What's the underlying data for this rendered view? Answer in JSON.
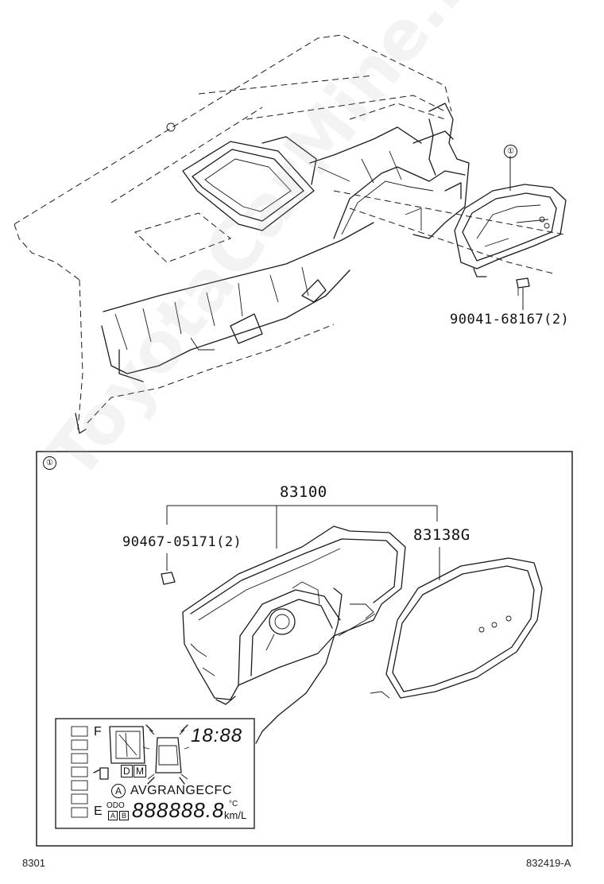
{
  "labels": {
    "screw_top": "90041-68167(2)",
    "cluster_assy": "83100",
    "clip_screw": "90467-05171(2)",
    "glass_cover": "83138G"
  },
  "callout_ref": "①",
  "lcd": {
    "fuel_full": "F",
    "fuel_empty": "E",
    "gear_d": "D",
    "gear_m": "M",
    "clock": "18:88",
    "mode_a": "A",
    "info_line": "AVGRANGECFC",
    "odo_label": "ODO",
    "trip_a": "A",
    "trip_b": "B",
    "odometer": "888888.8",
    "unit_temp": "°C",
    "unit_econ": "km/L"
  },
  "footer": {
    "left_code": "8301",
    "right_code": "832419-A"
  },
  "watermark": "ToyotaCarMine.ru"
}
